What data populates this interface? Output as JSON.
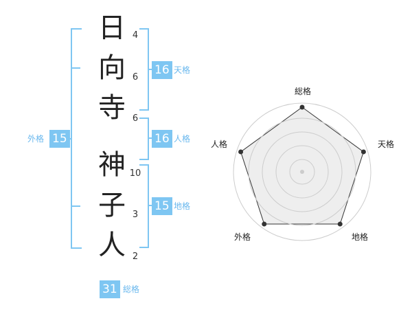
{
  "name": {
    "surname": [
      {
        "char": "日",
        "strokes": "4"
      },
      {
        "char": "向",
        "strokes": "6"
      },
      {
        "char": "寺",
        "strokes": "6"
      }
    ],
    "given": [
      {
        "char": "神",
        "strokes": "10"
      },
      {
        "char": "子",
        "strokes": "3"
      },
      {
        "char": "人",
        "strokes": "2"
      }
    ]
  },
  "fortunes": {
    "tenkaku": {
      "label": "天格",
      "value": "16"
    },
    "jinkaku": {
      "label": "人格",
      "value": "16"
    },
    "chikaku": {
      "label": "地格",
      "value": "15"
    },
    "gaikaku": {
      "label": "外格",
      "value": "15"
    },
    "soukaku": {
      "label": "総格",
      "value": "31"
    }
  },
  "radar": {
    "axes": [
      "総格",
      "天格",
      "地格",
      "外格",
      "人格"
    ],
    "levels": 5,
    "values": [
      5,
      5,
      5,
      5,
      5
    ],
    "colors": {
      "fill": "#eeeeee",
      "line": "#333333",
      "grid": "#cccccc",
      "point": "#333333"
    }
  },
  "colors": {
    "accent": "#7ec6f2"
  }
}
